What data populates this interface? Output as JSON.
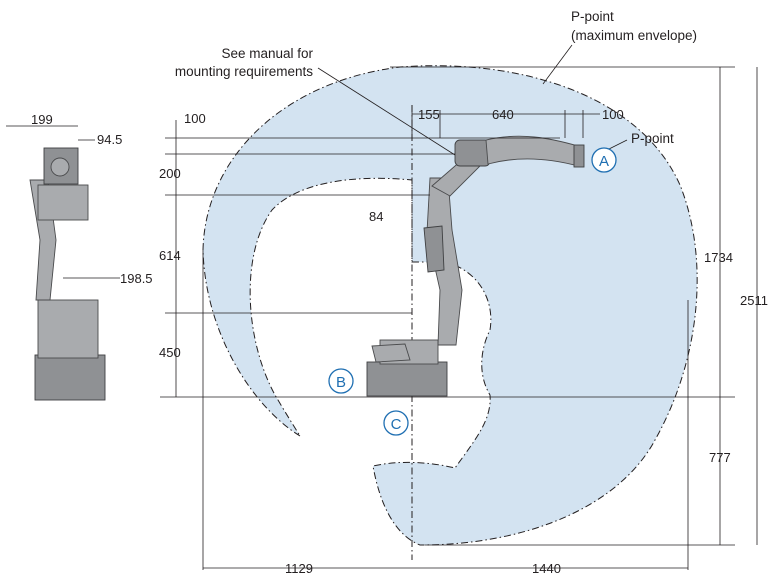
{
  "labels": {
    "p_point_max": "P-point",
    "max_envelope": "(maximum envelope)",
    "mount_line1": "See manual for",
    "mount_line2": "mounting requirements",
    "p_point": "P-point"
  },
  "points": {
    "a": "A",
    "b": "B",
    "c": "C"
  },
  "dimensions": {
    "side_199": "199",
    "side_94_5": "94.5",
    "side_198_5": "198.5",
    "d100_top_left": "100",
    "d155": "155",
    "d640": "640",
    "d100_top_right": "100",
    "d200": "200",
    "d84": "84",
    "d614": "614",
    "d450": "450",
    "d1734": "1734",
    "d2511": "2511",
    "d777": "777",
    "d1129": "1129",
    "d1440": "1440"
  },
  "colors": {
    "envelope": "#d3e3f1",
    "robot": "#a9abae",
    "point_marker": "#1f6fb2"
  }
}
